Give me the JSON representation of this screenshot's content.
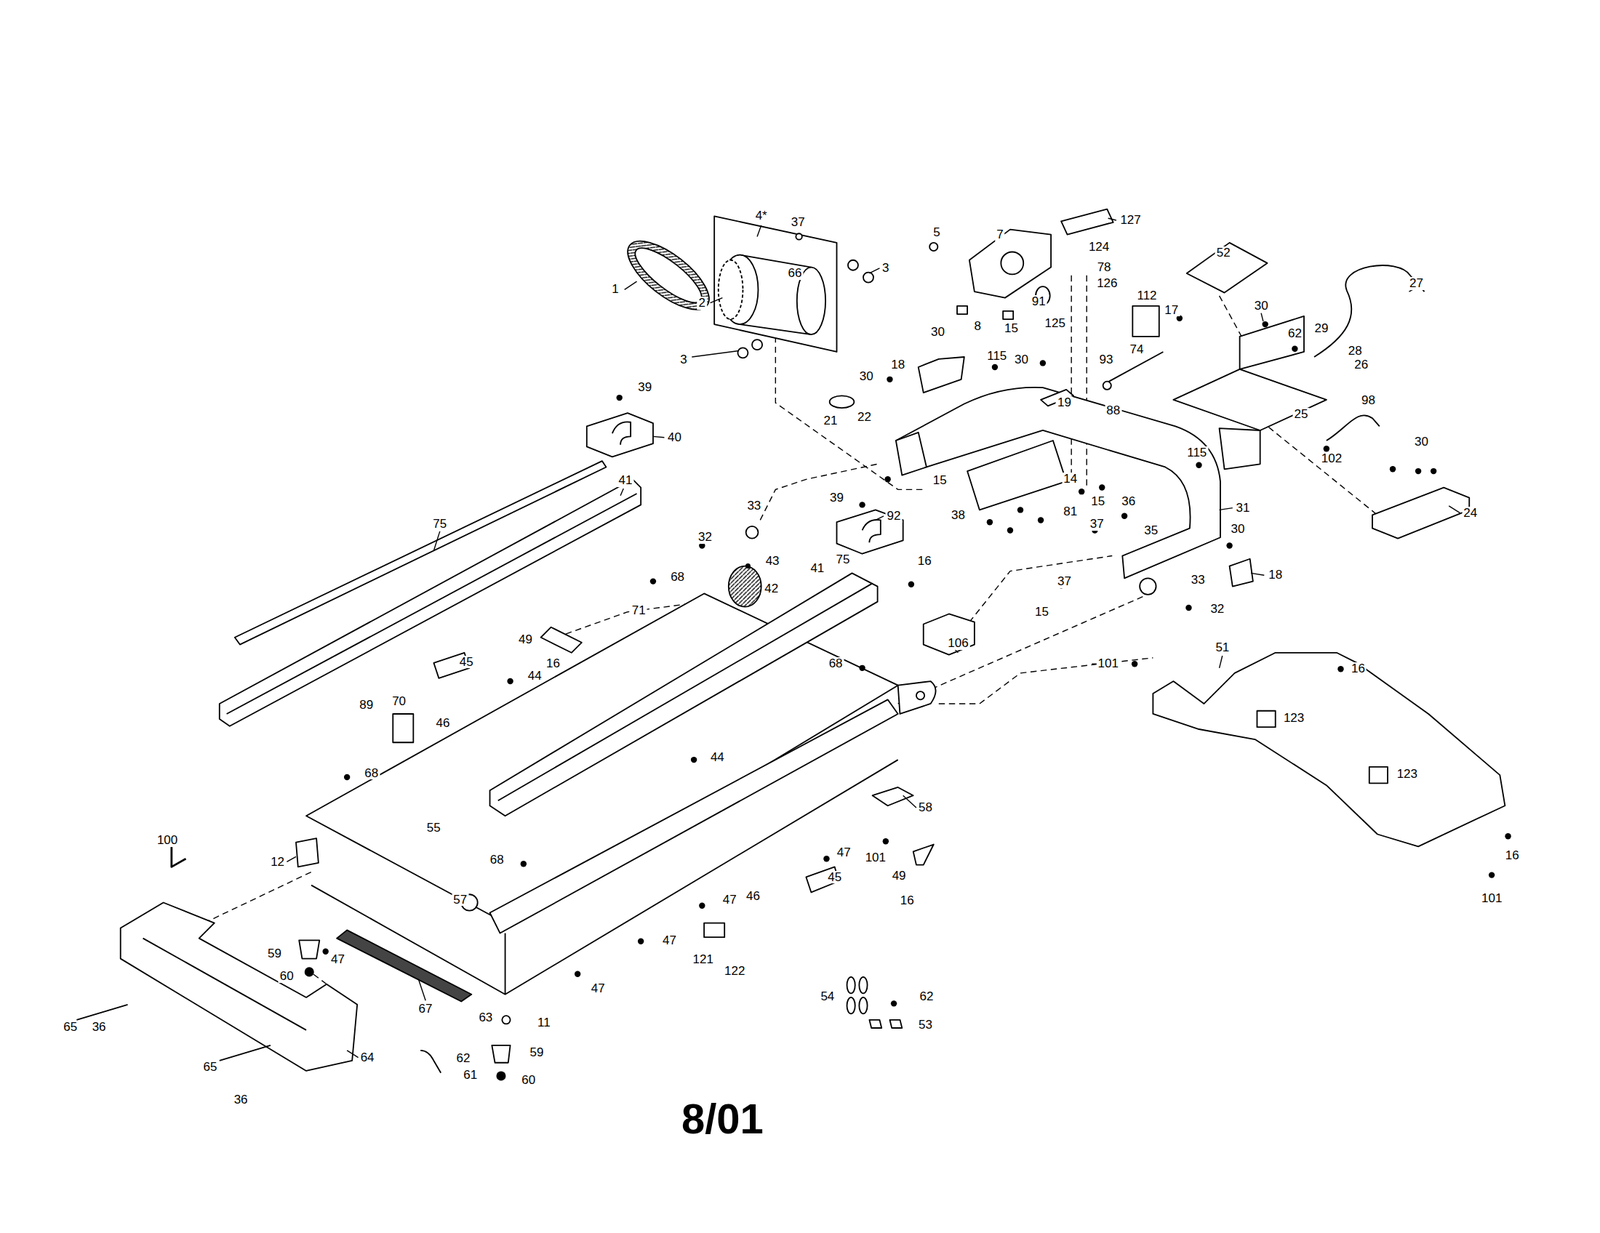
{
  "diagram": {
    "labels": [
      "4*",
      "37",
      "1",
      "2",
      "66",
      "3",
      "3",
      "127",
      "5",
      "7",
      "124",
      "78",
      "126",
      "91",
      "8",
      "15",
      "125",
      "112",
      "52",
      "27",
      "17",
      "30",
      "62",
      "29",
      "28",
      "26",
      "30",
      "18",
      "115",
      "30",
      "93",
      "74",
      "30",
      "19",
      "88",
      "21",
      "22",
      "98",
      "25",
      "102",
      "30",
      "24",
      "15",
      "14",
      "115",
      "15",
      "36",
      "31",
      "38",
      "81",
      "37",
      "35",
      "30",
      "18",
      "37",
      "33",
      "15",
      "32",
      "39",
      "40",
      "41",
      "75",
      "33",
      "39",
      "92",
      "32",
      "43",
      "16",
      "42",
      "41",
      "75",
      "68",
      "71",
      "106",
      "49",
      "16",
      "45",
      "44",
      "89",
      "70",
      "46",
      "68",
      "101",
      "51",
      "16",
      "123",
      "123",
      "44",
      "68",
      "55",
      "58",
      "47",
      "101",
      "49",
      "16",
      "45",
      "46",
      "12",
      "68",
      "57",
      "47",
      "16",
      "101",
      "100",
      "59",
      "47",
      "47",
      "121",
      "122",
      "60",
      "67",
      "47",
      "54",
      "62",
      "53",
      "63",
      "11",
      "65",
      "36",
      "62",
      "61",
      "59",
      "64",
      "60",
      "65",
      "36",
      "8/01"
    ]
  }
}
